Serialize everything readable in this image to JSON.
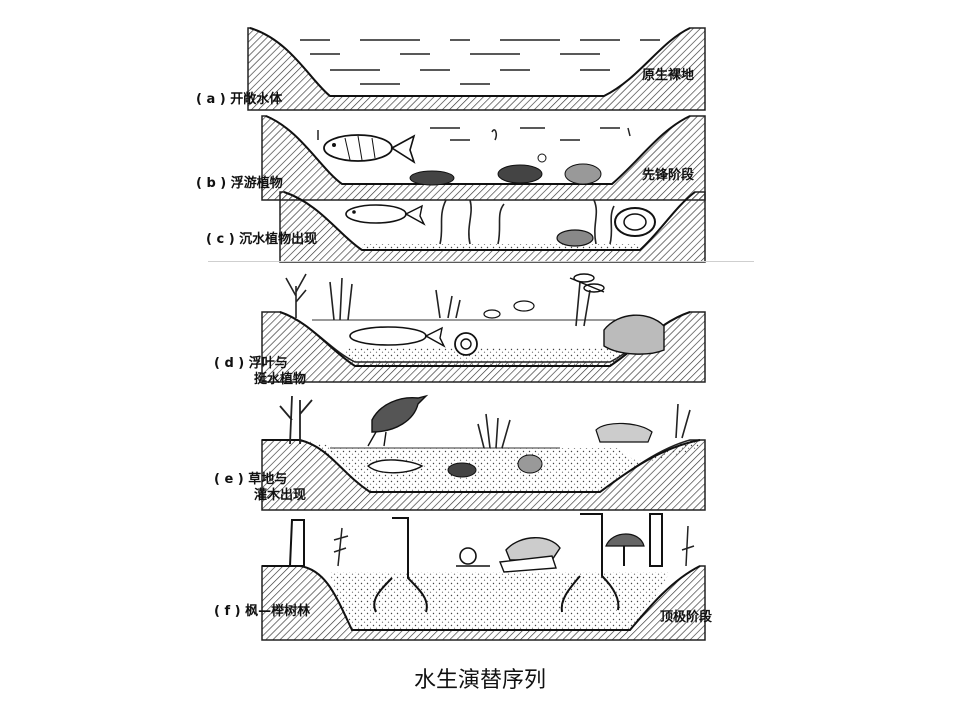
{
  "stages": [
    {
      "id": "a",
      "letter": "( a )",
      "name": "开敞水体",
      "right": "原生裸地"
    },
    {
      "id": "b",
      "letter": "( b )",
      "name": "浮游植物",
      "right": "先锋阶段"
    },
    {
      "id": "c",
      "letter": "( c )",
      "name": "沉水植物出现",
      "right": ""
    },
    {
      "id": "d",
      "letter": "( d )",
      "name": "浮叶与",
      "name2": "挺水植物",
      "right": ""
    },
    {
      "id": "e",
      "letter": "( e )",
      "name": "草地与",
      "name2": "灌木出现",
      "right": ""
    },
    {
      "id": "f",
      "letter": "( f )",
      "name": "枫—榉树林",
      "right": "顶极阶段"
    }
  ],
  "caption": "水生演替序列"
}
